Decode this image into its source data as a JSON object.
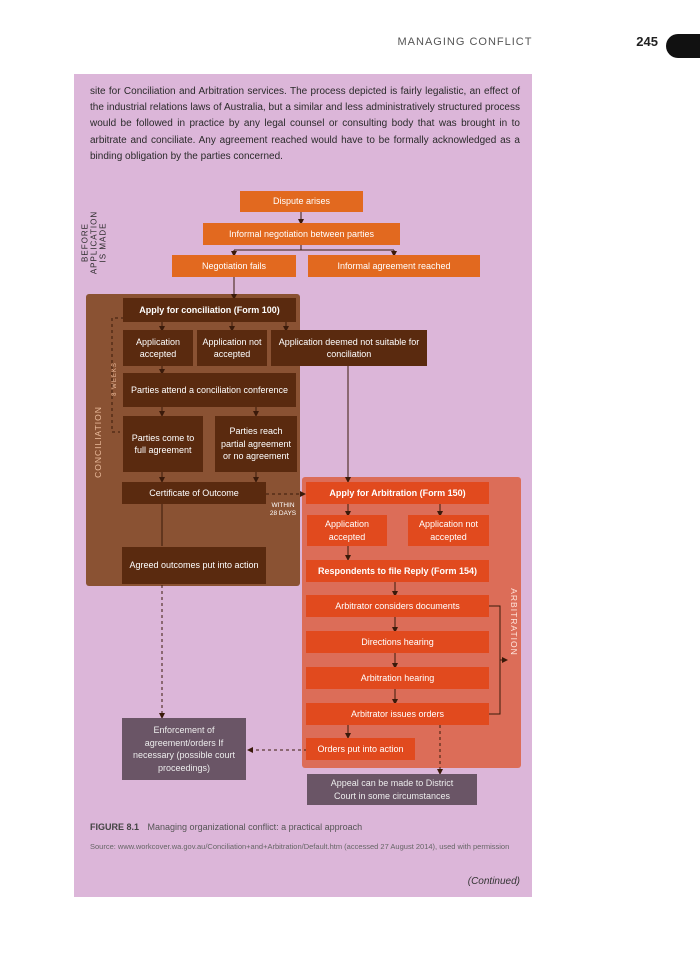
{
  "header": {
    "title": "MANAGING CONFLICT",
    "page_number": "245"
  },
  "intro_text": "site for Conciliation and Arbitration services. The process depicted is fairly legalistic, an effect of the industrial relations laws of Australia, but a similar and less administratively structured process would be followed in practice by any legal counsel or consulting body that was brought in to arbitrate and conciliate. Any agreement reached would have to be formally acknowledged as a binding obligation by the parties concerned.",
  "flowchart": {
    "section_labels": {
      "before_line1": "BEFORE",
      "before_line2": "APPLICATION",
      "before_line3": "IS MADE",
      "conciliation": "CONCILIATION",
      "arbitration": "ARBITRATION",
      "eight_weeks": "8 WEEKS",
      "within_28_days_line1": "WITHIN",
      "within_28_days_line2": "28 DAYS"
    },
    "boxes": {
      "dispute_arises": "Dispute arises",
      "informal_negotiation": "Informal negotiation between parties",
      "negotiation_fails": "Negotiation fails",
      "informal_agreement": "Informal agreement reached",
      "apply_conciliation": "Apply for conciliation (Form 100)",
      "application_accepted": "Application accepted",
      "application_not_accepted": "Application not accepted",
      "deemed_not_suitable": "Application deemed not suitable for conciliation",
      "conciliation_conference": "Parties attend a conciliation conference",
      "full_agreement": "Parties come to full agreement",
      "partial_agreement": "Parties reach partial agreement or no agreement",
      "certificate_outcome": "Certificate of Outcome",
      "agreed_outcomes": "Agreed outcomes put into action",
      "apply_arbitration": "Apply for Arbitration (Form 150)",
      "arb_application_accepted": "Application accepted",
      "arb_application_not_accepted": "Application not accepted",
      "respondents_reply": "Respondents to file Reply (Form 154)",
      "arbitrator_considers": "Arbitrator considers documents",
      "directions_hearing": "Directions hearing",
      "arbitration_hearing": "Arbitration hearing",
      "arbitrator_issues_orders": "Arbitrator issues orders",
      "orders_into_action": "Orders put into action",
      "enforcement": "Enforcement of agreement/orders If necessary (possible court proceedings)",
      "appeal": "Appeal can be made to District Court in some circumstances"
    },
    "colors": {
      "orange": "#e2691f",
      "dark_brown": "#5a2a0f",
      "red": "#e14a1e",
      "gray": "#6a5566",
      "conciliation_region": "#8a5233",
      "arbitration_region": "#dc6d58",
      "panel": "#dcb6d9"
    }
  },
  "caption": {
    "figure_label": "FIGURE 8.1",
    "figure_title": "Managing organizational conflict: a practical approach",
    "source": "Source: www.workcover.wa.gov.au/Conciliation+and+Arbitration/Default.htm (accessed 27 August 2014), used with permission",
    "continued": "(Continued)"
  }
}
